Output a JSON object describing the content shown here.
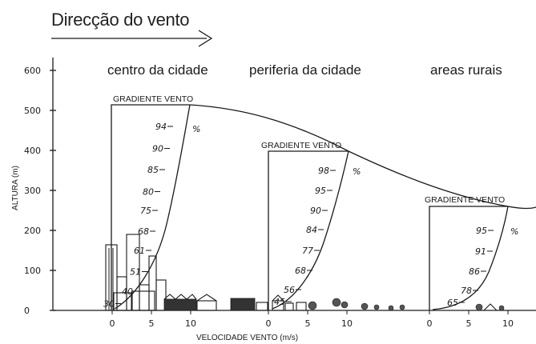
{
  "title": "Direcção do vento",
  "headers": [
    "centro da cidade",
    "periferia da cidade",
    "areas rurais"
  ],
  "y_axis": {
    "label": "ALTURA (m)",
    "ticks": [
      0,
      100,
      200,
      300,
      400,
      500,
      600
    ]
  },
  "x_axis": {
    "label": "VELOCIDADE  VENTO (m/s)"
  },
  "gradient_label": "GRADIENTE VENTO",
  "percent_sign": "%",
  "chart_data": {
    "type": "line",
    "title": "Direcção do vento",
    "ylabel": "ALTURA (m)",
    "xlabel": "VELOCIDADE  VENTO (m/s)",
    "ylim": [
      0,
      600
    ],
    "panels": [
      {
        "name": "centro da cidade",
        "x_ticks": [
          0,
          5,
          10
        ],
        "gradient_height": 510,
        "profile_labels": [
          {
            "text": "94",
            "height": 460
          },
          {
            "text": "90",
            "height": 405
          },
          {
            "text": "85",
            "height": 352
          },
          {
            "text": "80",
            "height": 297
          },
          {
            "text": "75",
            "height": 250
          },
          {
            "text": "68",
            "height": 198
          },
          {
            "text": "61",
            "height": 150
          },
          {
            "text": "51",
            "height": 97
          },
          {
            "text": "40",
            "height": 48
          },
          {
            "text": "30",
            "height": 17
          }
        ]
      },
      {
        "name": "periferia da cidade",
        "x_ticks": [
          0,
          5,
          10
        ],
        "gradient_height": 395,
        "profile_labels": [
          {
            "text": "98",
            "height": 350
          },
          {
            "text": "95",
            "height": 300
          },
          {
            "text": "90",
            "height": 250
          },
          {
            "text": "84",
            "height": 202
          },
          {
            "text": "77",
            "height": 150
          },
          {
            "text": "68",
            "height": 100
          },
          {
            "text": "56",
            "height": 52
          },
          {
            "text": "45",
            "height": 22
          }
        ]
      },
      {
        "name": "areas rurais",
        "x_ticks": [
          0,
          5,
          10
        ],
        "gradient_height": 255,
        "profile_labels": [
          {
            "text": "95",
            "height": 200
          },
          {
            "text": "91",
            "height": 148
          },
          {
            "text": "86",
            "height": 98
          },
          {
            "text": "78",
            "height": 50
          },
          {
            "text": "65",
            "height": 20
          }
        ]
      }
    ]
  }
}
